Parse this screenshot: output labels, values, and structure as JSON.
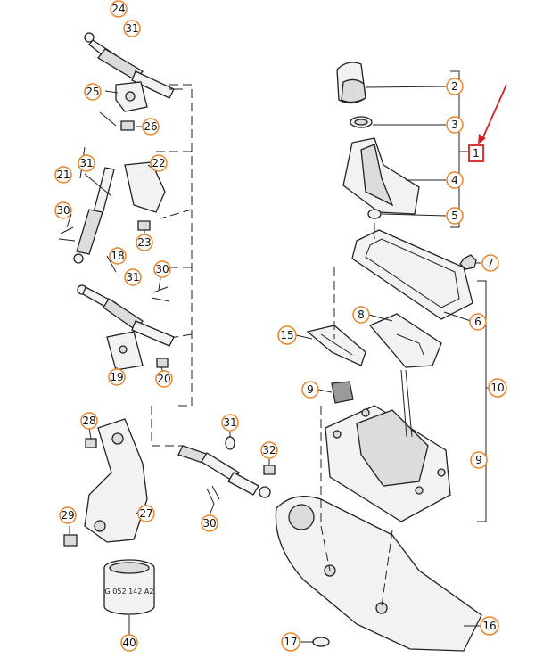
{
  "diagram": {
    "highlight_color": "#d92020",
    "callout_color": "#e8842a",
    "labels": {
      "c24": "24",
      "c31a": "31",
      "c25": "25",
      "c26": "26",
      "c31b": "31",
      "c21": "21",
      "c22": "22",
      "c30a": "30",
      "c23": "23",
      "c18": "18",
      "c31c": "31",
      "c30b": "30",
      "c19": "19",
      "c20": "20",
      "c28": "28",
      "c27": "27",
      "c29": "29",
      "c40": "40",
      "c31d": "31",
      "c32": "32",
      "c30c": "30",
      "c2": "2",
      "c3": "3",
      "c4": "4",
      "c5": "5",
      "c1": "1",
      "c7": "7",
      "c6": "6",
      "c8": "8",
      "c15": "15",
      "c10": "10",
      "c9a": "9",
      "c9b": "9",
      "c16": "16",
      "c17": "17"
    },
    "part_marking": "G 052 142 A2"
  }
}
